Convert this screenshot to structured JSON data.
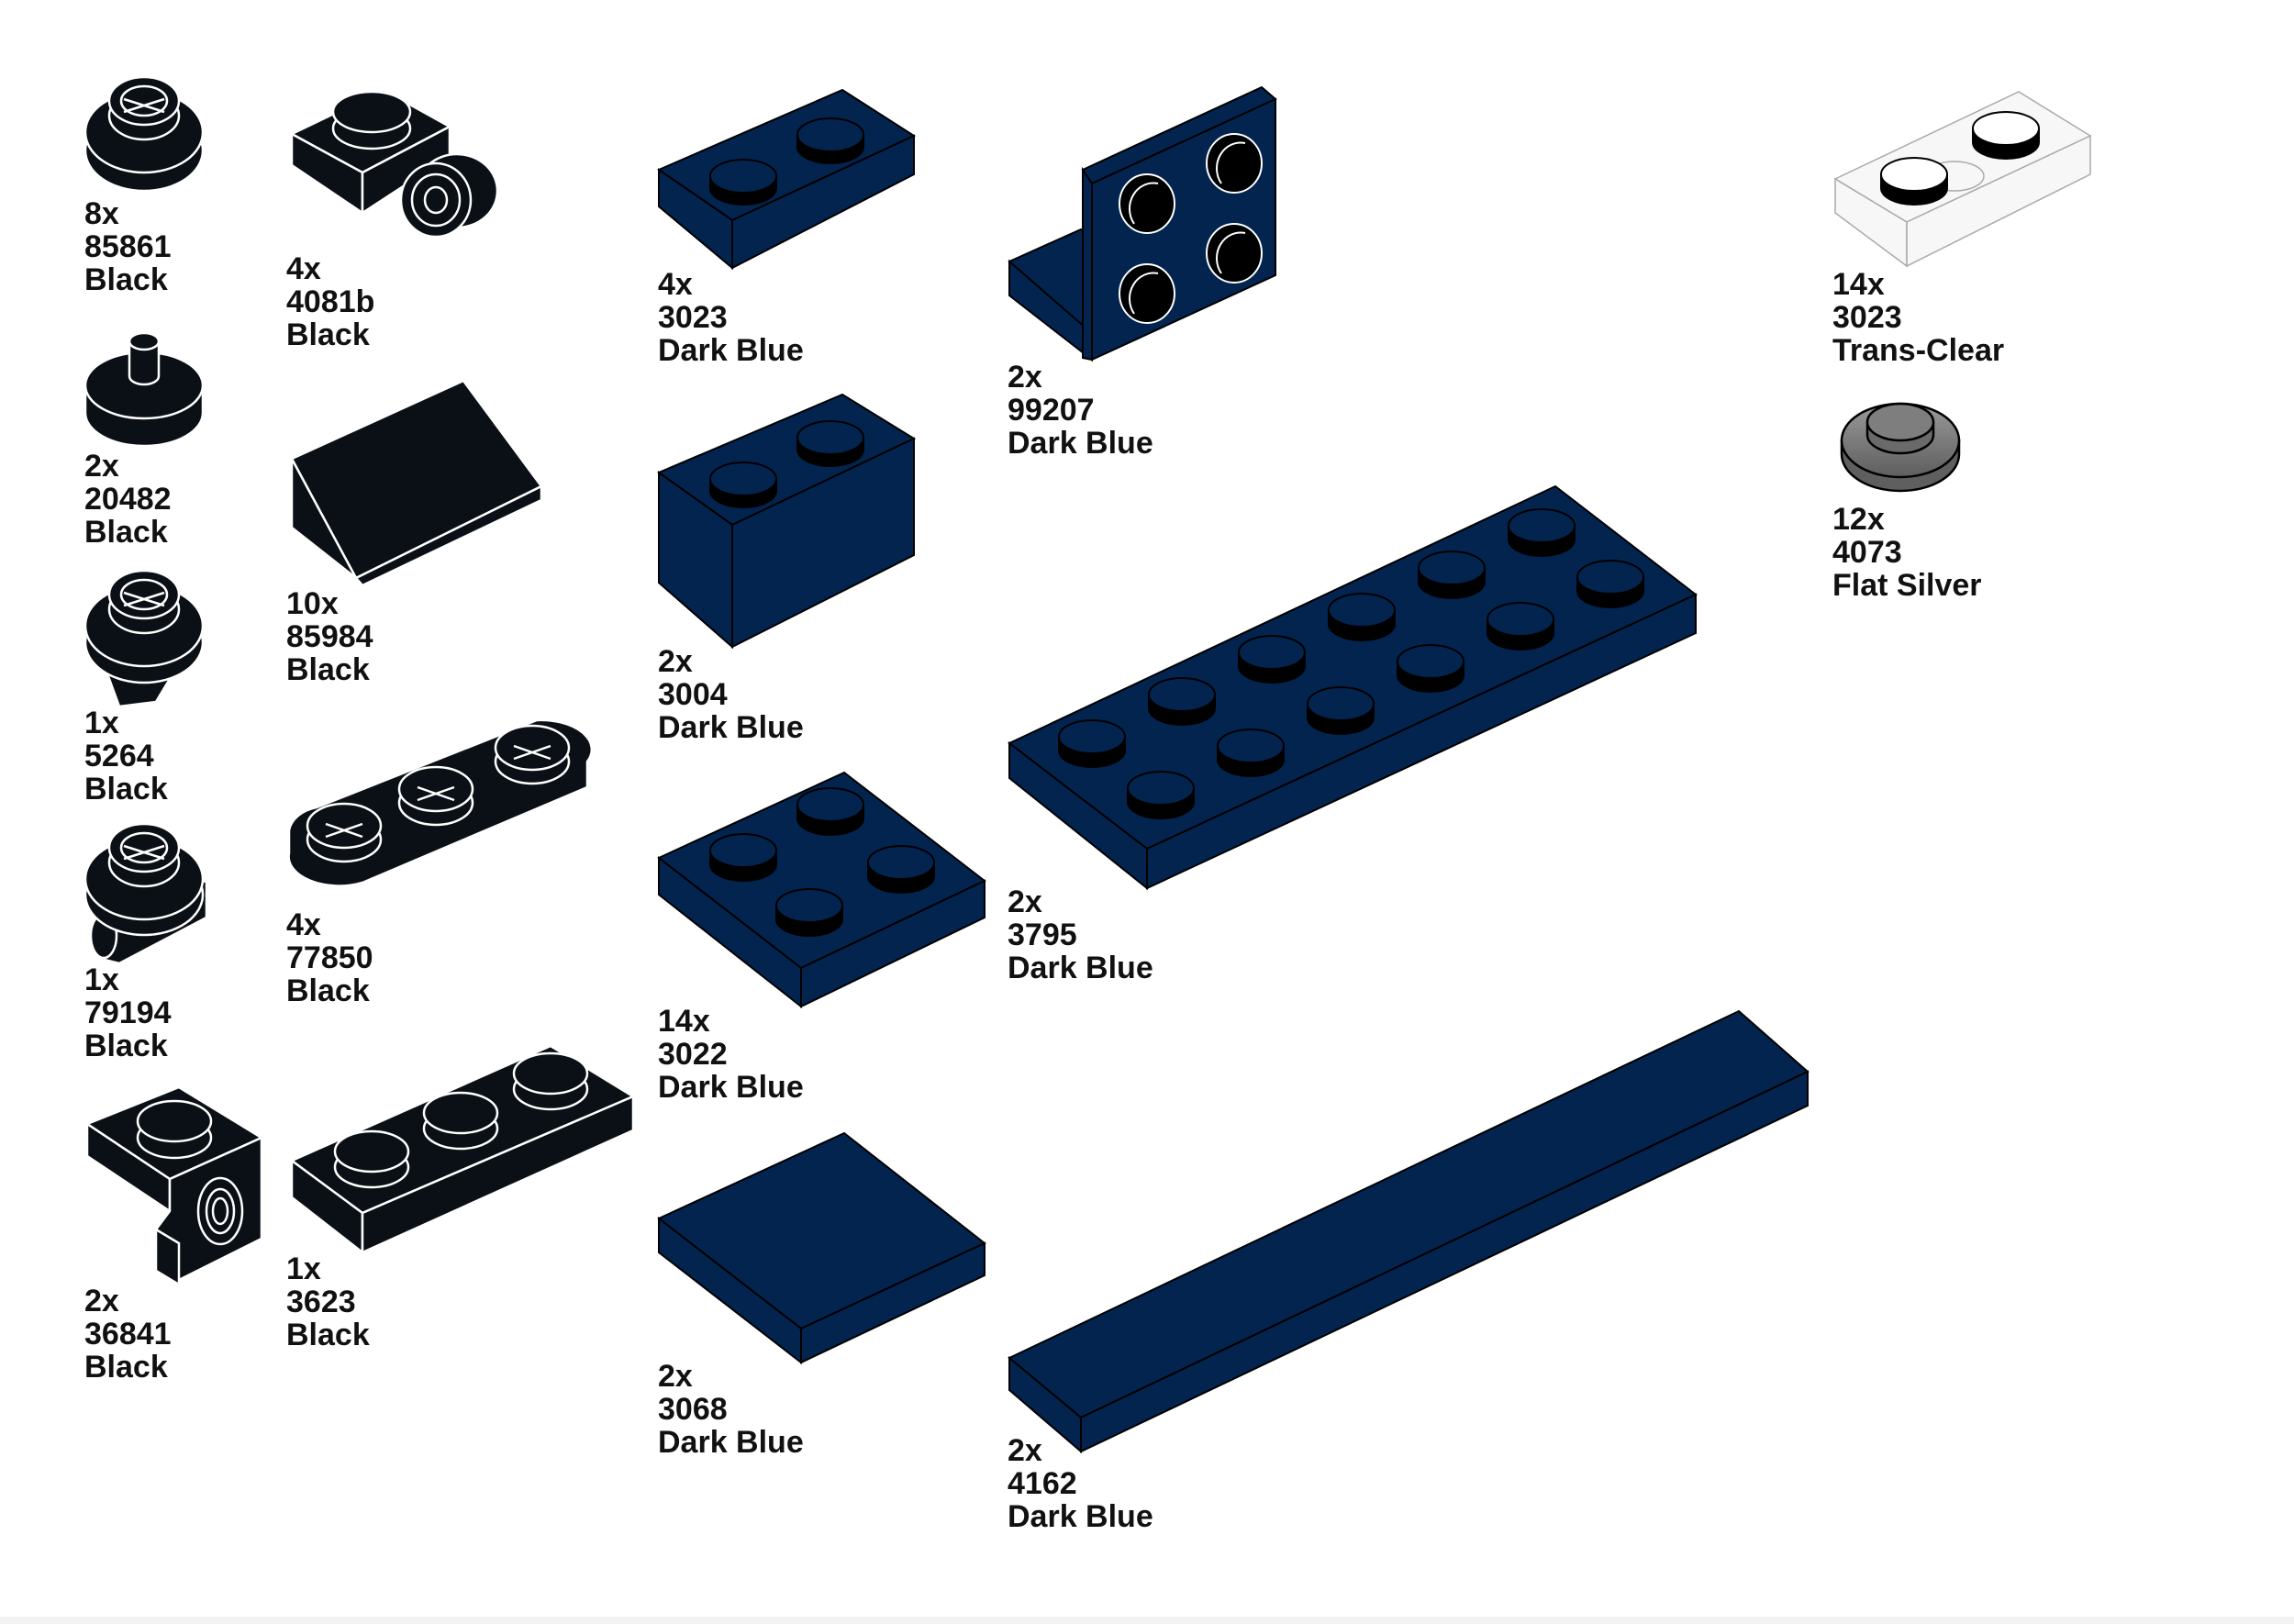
{
  "colors": {
    "black_part": "#0b1016",
    "black_edge": "#ffffff",
    "dark_blue": "#02244f",
    "dark_blue_top": "#03295a",
    "trans_clear": "#f7f7f7",
    "flat_silver": "#8a8a8a",
    "label_text": "#111111"
  },
  "parts": [
    {
      "id": "p85861",
      "qty": "8x",
      "part": "85861",
      "color": "Black",
      "icon": "round-plate-open-stud"
    },
    {
      "id": "p20482",
      "qty": "2x",
      "part": "20482",
      "color": "Black",
      "icon": "round-tile-with-bar"
    },
    {
      "id": "p5264",
      "qty": "1x",
      "part": "5264",
      "color": "Black",
      "icon": "round-plate-with-clip"
    },
    {
      "id": "p79194",
      "qty": "1x",
      "part": "79194",
      "color": "Black",
      "icon": "round-plate-with-bar"
    },
    {
      "id": "p36841",
      "qty": "2x",
      "part": "36841",
      "color": "Black",
      "icon": "bracket-with-stud"
    },
    {
      "id": "p4081b",
      "qty": "4x",
      "part": "4081b",
      "color": "Black",
      "icon": "plate-with-clip-light"
    },
    {
      "id": "p85984",
      "qty": "10x",
      "part": "85984",
      "color": "Black",
      "icon": "slope-1x2"
    },
    {
      "id": "p77850",
      "qty": "4x",
      "part": "77850",
      "color": "Black",
      "icon": "plate-1x3-rounded"
    },
    {
      "id": "p3623",
      "qty": "1x",
      "part": "3623",
      "color": "Black",
      "icon": "plate-1x3"
    },
    {
      "id": "p3023db",
      "qty": "4x",
      "part": "3023",
      "color": "Dark Blue",
      "icon": "plate-1x2"
    },
    {
      "id": "p3004",
      "qty": "2x",
      "part": "3004",
      "color": "Dark Blue",
      "icon": "brick-1x2"
    },
    {
      "id": "p3022",
      "qty": "14x",
      "part": "3022",
      "color": "Dark Blue",
      "icon": "plate-2x2"
    },
    {
      "id": "p3068",
      "qty": "2x",
      "part": "3068",
      "color": "Dark Blue",
      "icon": "tile-2x2"
    },
    {
      "id": "p99207",
      "qty": "2x",
      "part": "99207",
      "color": "Dark Blue",
      "icon": "bracket-2x2"
    },
    {
      "id": "p3795",
      "qty": "2x",
      "part": "3795",
      "color": "Dark Blue",
      "icon": "plate-2x6"
    },
    {
      "id": "p4162",
      "qty": "2x",
      "part": "4162",
      "color": "Dark Blue",
      "icon": "tile-1x8"
    },
    {
      "id": "p3023tc",
      "qty": "14x",
      "part": "3023",
      "color": "Trans-Clear",
      "icon": "plate-1x2-transparent"
    },
    {
      "id": "p4073",
      "qty": "12x",
      "part": "4073",
      "color": "Flat Silver",
      "icon": "round-plate-1x1"
    }
  ]
}
